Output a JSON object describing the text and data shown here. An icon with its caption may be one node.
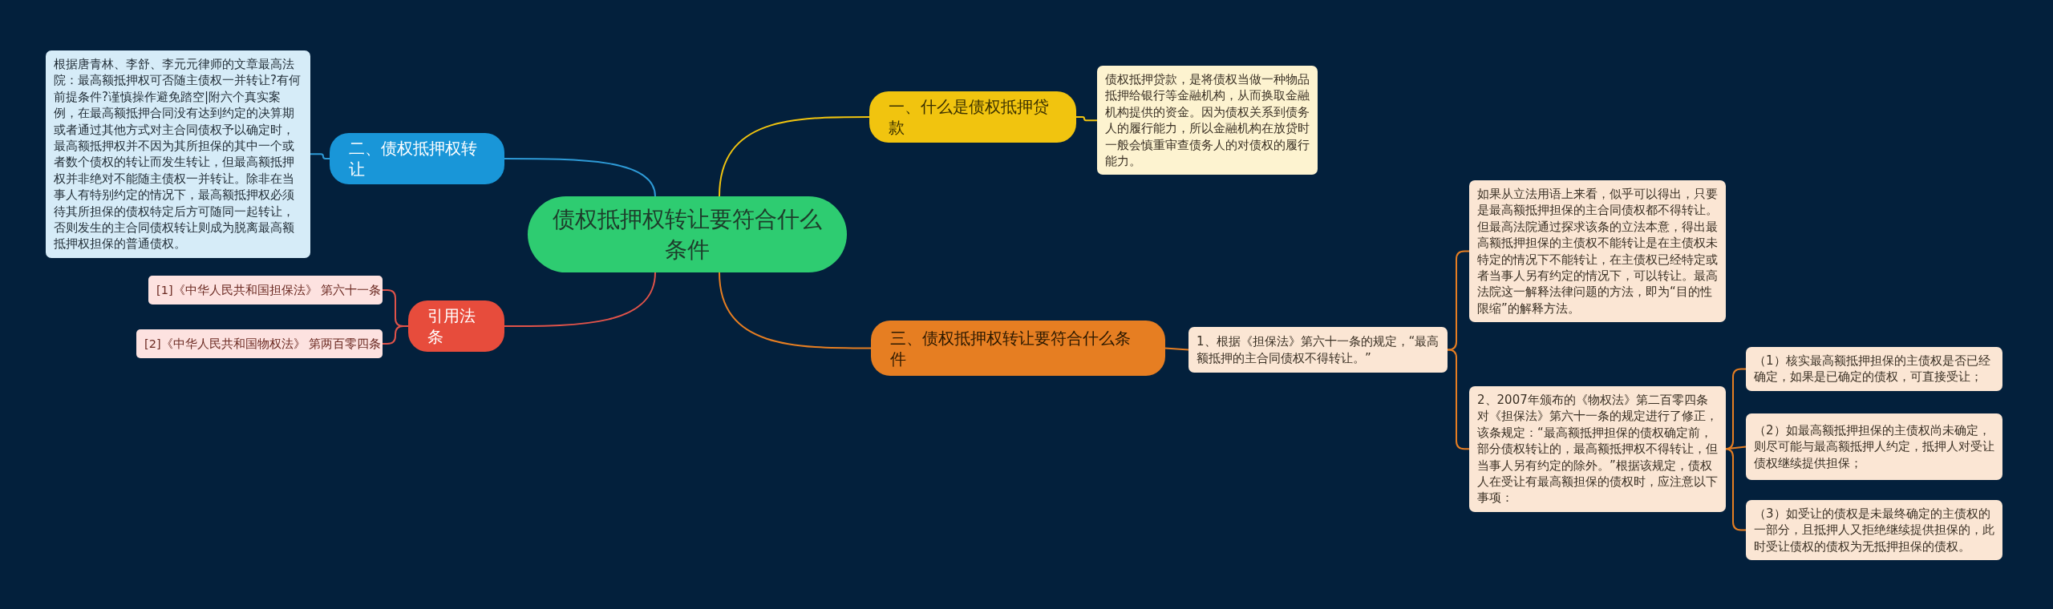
{
  "diagram": {
    "nodes": [
      {
        "text": [
          "债权抵押权转让要符合什么条件"
        ]
      },
      {
        "text": [
          "一、什么是债权抵押贷款"
        ]
      },
      {
        "text": [
          "债权抵押贷款，是将债权当做一种物品抵押给银行等金融机构，从而换取金融机构提供的资金。因为债权关系到债务人的履行能力，所以金融机构在放贷时一般会慎重审查债务人的对债权的履行能力。"
        ]
      },
      {
        "text": [
          "二、债权抵押权转让"
        ]
      },
      {
        "text": [
          "根据唐青林、李舒、李元元律师的文章最高法院：最高额抵押权可否随主债权一并转让?有何前提条件?谨慎操作避免踏空|附六个真实案例，在最高额抵押合同没有达到约定的决算期或者通过其他方式对主合同债权予以确定时，最高额抵押权并不因为其所担保的其中一个或者数个债权的转让而发生转让，但最高额抵押权并非绝对不能随主债权一并转让。除非在当事人有特别约定的情况下，最高额抵押权必须待其所担保的债权特定后方可随同一起转让，否则发生的主合同债权转让则成为脱离最高额抵押权担保的普通债权。"
        ]
      },
      {
        "text": [
          "引用法条"
        ]
      },
      {
        "text": [
          "[1]《中华人民共和国担保法》 第六十一条"
        ]
      },
      {
        "text": [
          "[2]《中华人民共和国物权法》 第两百零四条"
        ]
      },
      {
        "text": [
          "三、债权抵押权转让要符合什么条件"
        ]
      },
      {
        "text": [
          "1、根据《担保法》第六十一条的规定，“最高额抵押的主合同债权不得转让。”"
        ]
      },
      {
        "text": [
          "如果从立法用语上来看，似乎可以得出，只要是最高额抵押担保的主合同债权都不得转让。但最高法院通过探求该条的立法本意，得出最高额抵押担保的主债权不能转让是在主债权未特定的情况下不能转让，在主债权已经特定或者当事人另有约定的情况下，可以转让。最高法院这一解释法律问题的方法，即为“目的性限缩”的解释方法。"
        ]
      },
      {
        "text": [
          "2、2007年颁布的《物权法》第二百零四条对《担保法》第六十一条的规定进行了修正，该条规定：“最高额抵押担保的债权确定前，部分债权转让的，最高额抵押权不得转让，但当事人另有约定的除外。”根据该规定，债权人在受让有最高额担保的债权时，应注意以下事项："
        ]
      },
      {
        "text": [
          "（1）核实最高额抵押担保的主债权是否已经确定，如果是已确定的债权，可直接受让；"
        ]
      },
      {
        "text": [
          "（2）如最高额抵押担保的主债权尚未确定，则尽可能与最高额抵押人约定，抵押人对受让债权继续提供担保；"
        ]
      },
      {
        "text": [
          "（3）如受让的债权是未最终确定的主债权的一部分，且抵押人又拒绝继续提供担保的，此时受让债权的债权为无抵押担保的债权。"
        ]
      }
    ],
    "edges": [
      {
        "from": 0,
        "to": 1,
        "arrow": "none",
        "color": "#f1c40f"
      },
      {
        "from": 1,
        "to": 2,
        "arrow": "none",
        "color": "#f1c40f"
      },
      {
        "from": 0,
        "to": 3,
        "arrow": "none",
        "color": "#2e9ad6"
      },
      {
        "from": 3,
        "to": 4,
        "arrow": "none",
        "color": "#2e9ad6"
      },
      {
        "from": 0,
        "to": 5,
        "arrow": "none",
        "color": "#e0534a"
      },
      {
        "from": 5,
        "to": 6,
        "arrow": "none",
        "color": "#e0534a"
      },
      {
        "from": 5,
        "to": 7,
        "arrow": "none",
        "color": "#e0534a"
      },
      {
        "from": 0,
        "to": 8,
        "arrow": "none"
      },
      {
        "from": 8,
        "to": 9,
        "arrow": "none"
      },
      {
        "from": 9,
        "to": 10,
        "arrow": "none"
      },
      {
        "from": 9,
        "to": 11,
        "arrow": "none"
      },
      {
        "from": 11,
        "to": 12,
        "arrow": "none"
      },
      {
        "from": 11,
        "to": 13,
        "arrow": "none"
      },
      {
        "from": 11,
        "to": 14,
        "arrow": "none"
      }
    ]
  }
}
